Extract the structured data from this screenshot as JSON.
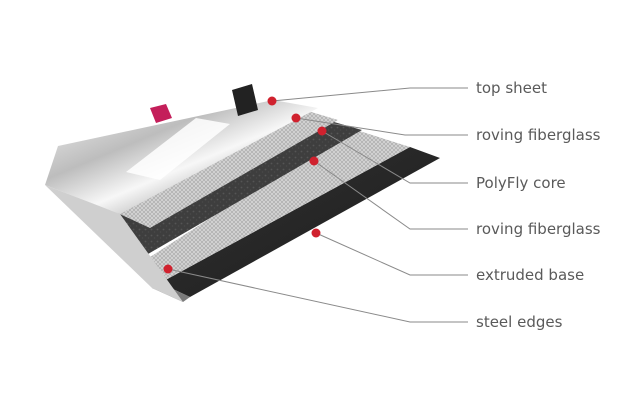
{
  "diagram": {
    "labels": [
      "top sheet",
      "roving fiberglass",
      "PolyFly core",
      "roving fiberglass",
      "extruded base",
      "steel edges"
    ],
    "accent_color": "#d0212e",
    "leader_color": "#8a8a8a",
    "label_color": "#5a5a5a"
  }
}
